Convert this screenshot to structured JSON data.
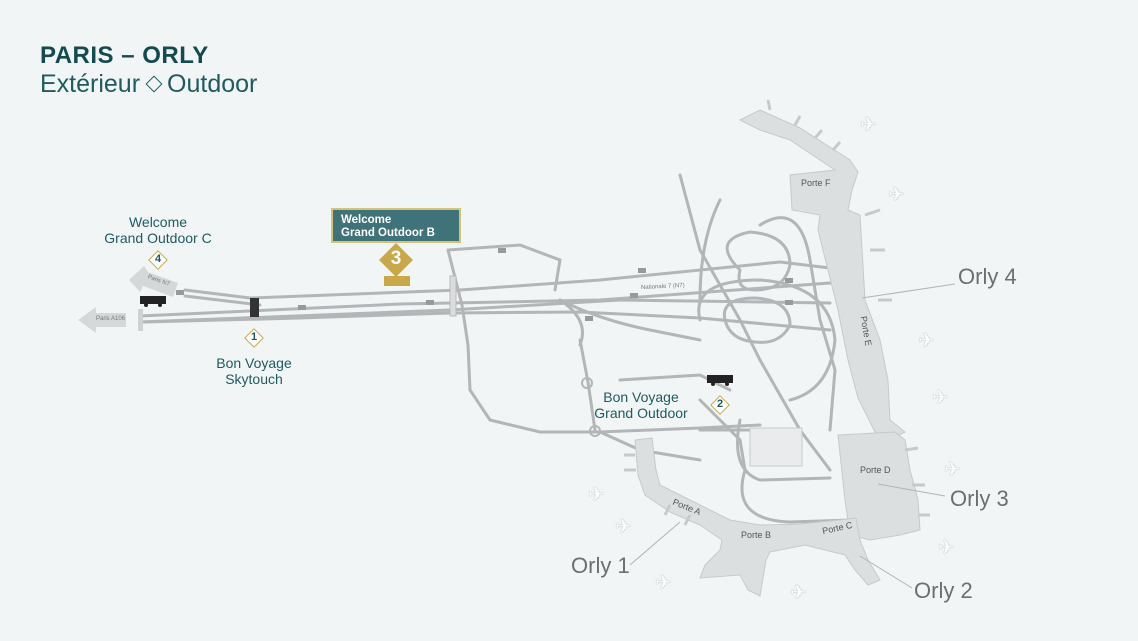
{
  "header": {
    "title": "PARIS – ORLY",
    "subtitle_fr": "Extérieur",
    "subtitle_en": "Outdoor"
  },
  "locations": {
    "grand_outdoor_c": {
      "line1": "Welcome",
      "line2": "Grand Outdoor C",
      "number": "4"
    },
    "grand_outdoor_b": {
      "line1": "Welcome",
      "line2": "Grand Outdoor B",
      "number": "3"
    },
    "skytouch": {
      "line1": "Bon Voyage",
      "line2": "Skytouch",
      "number": "1"
    },
    "bon_voyage_outdoor": {
      "line1": "Bon Voyage",
      "line2": "Grand Outdoor",
      "number": "2"
    }
  },
  "terminals": {
    "orly1": "Orly 1",
    "orly2": "Orly 2",
    "orly3": "Orly 3",
    "orly4": "Orly 4"
  },
  "gates": {
    "a": "Porte A",
    "b": "Porte B",
    "c": "Porte C",
    "d": "Porte D",
    "e": "Porte E",
    "f": "Porte F"
  },
  "roads": {
    "n7": "Nationale 7 (N7)",
    "to_a106": "Paris A106",
    "to_n7": "Paris N7"
  },
  "colors": {
    "background": "#f2f5f6",
    "road": "#b3b6b8",
    "terminal_fill": "#dcdfe0",
    "title": "#154a50",
    "accent_gold": "#c9a84a",
    "callout_bg": "#3f7279"
  },
  "icons": {
    "plane": "plane-icon",
    "bus": "bus-icon"
  }
}
